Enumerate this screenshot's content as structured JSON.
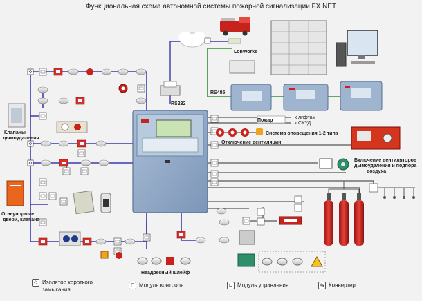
{
  "title": "Функциональная схема автономной системы пожарной сигнализации FX NET",
  "labels": {
    "rs232": "RS232",
    "rs485": "RS485",
    "lonworks": "LonWorks",
    "fire": "Пожар",
    "to_lifts": "к лифтам",
    "to_skud": "к СКУД",
    "alert_system": "Система оповещения 1-2 типа",
    "vent_off": "Отключение вентиляции",
    "smoke_fans_line1": "Включение вентиляторов",
    "smoke_fans_line2": "дымоудаления и подпора",
    "smoke_fans_line3": "воздуха",
    "smoke_valves_line1": "Клапаны",
    "smoke_valves_line2": "дымоудаления",
    "fire_doors_line1": "Огнеупорные",
    "fire_doors_line2": "двери, клапана",
    "addressless_loop": "Неадресный шлейф"
  },
  "legend": [
    {
      "symbol": "◇",
      "text_line1": "Изолятор короткого",
      "text_line2": "замыкания"
    },
    {
      "symbol": "⊓",
      "text_line1": "Модуль контроля",
      "text_line2": ""
    },
    {
      "symbol": "⊔",
      "text_line1": "Модуль управления",
      "text_line2": ""
    },
    {
      "symbol": "⇆",
      "text_line1": "Конвертер",
      "text_line2": ""
    }
  ],
  "colors": {
    "panel": "#8ea6c4",
    "loop_wire": "#3b3bb0",
    "signal_wire": "#2d2d2d",
    "network_wire": "#2f8f3a",
    "device_red": "#d9302a",
    "accent_red": "#c8221c"
  }
}
